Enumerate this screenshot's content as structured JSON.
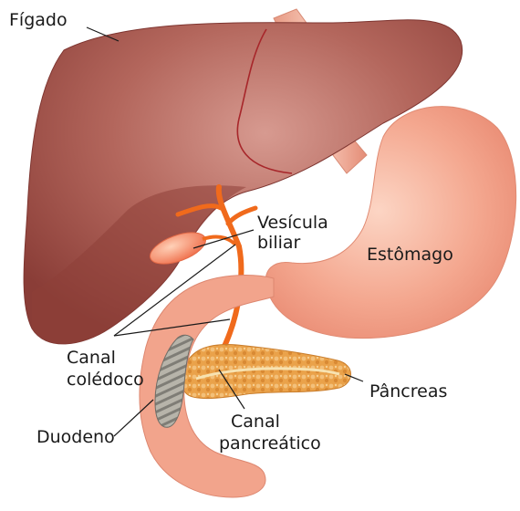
{
  "labels": {
    "figado": "Fígado",
    "vesicula_1": "Vesícula",
    "vesicula_2": "biliar",
    "estomago": "Estômago",
    "canal_coledoco_1": "Canal",
    "canal_coledoco_2": "colédoco",
    "pancreas": "Pâncreas",
    "duodeno": "Duodeno",
    "canal_pancreatico_1": "Canal",
    "canal_pancreatico_2": "pancreático"
  },
  "colors": {
    "liver": "#a5524a",
    "liver_highlight": "#d4958b",
    "stomach": "#f1a08a",
    "pancreas": "#e8a64a",
    "bile_duct": "#f06a1c",
    "gallbladder": "#f47f5a",
    "duodenum_inner": "#9a9a94",
    "label_text": "#1a1a1a"
  }
}
